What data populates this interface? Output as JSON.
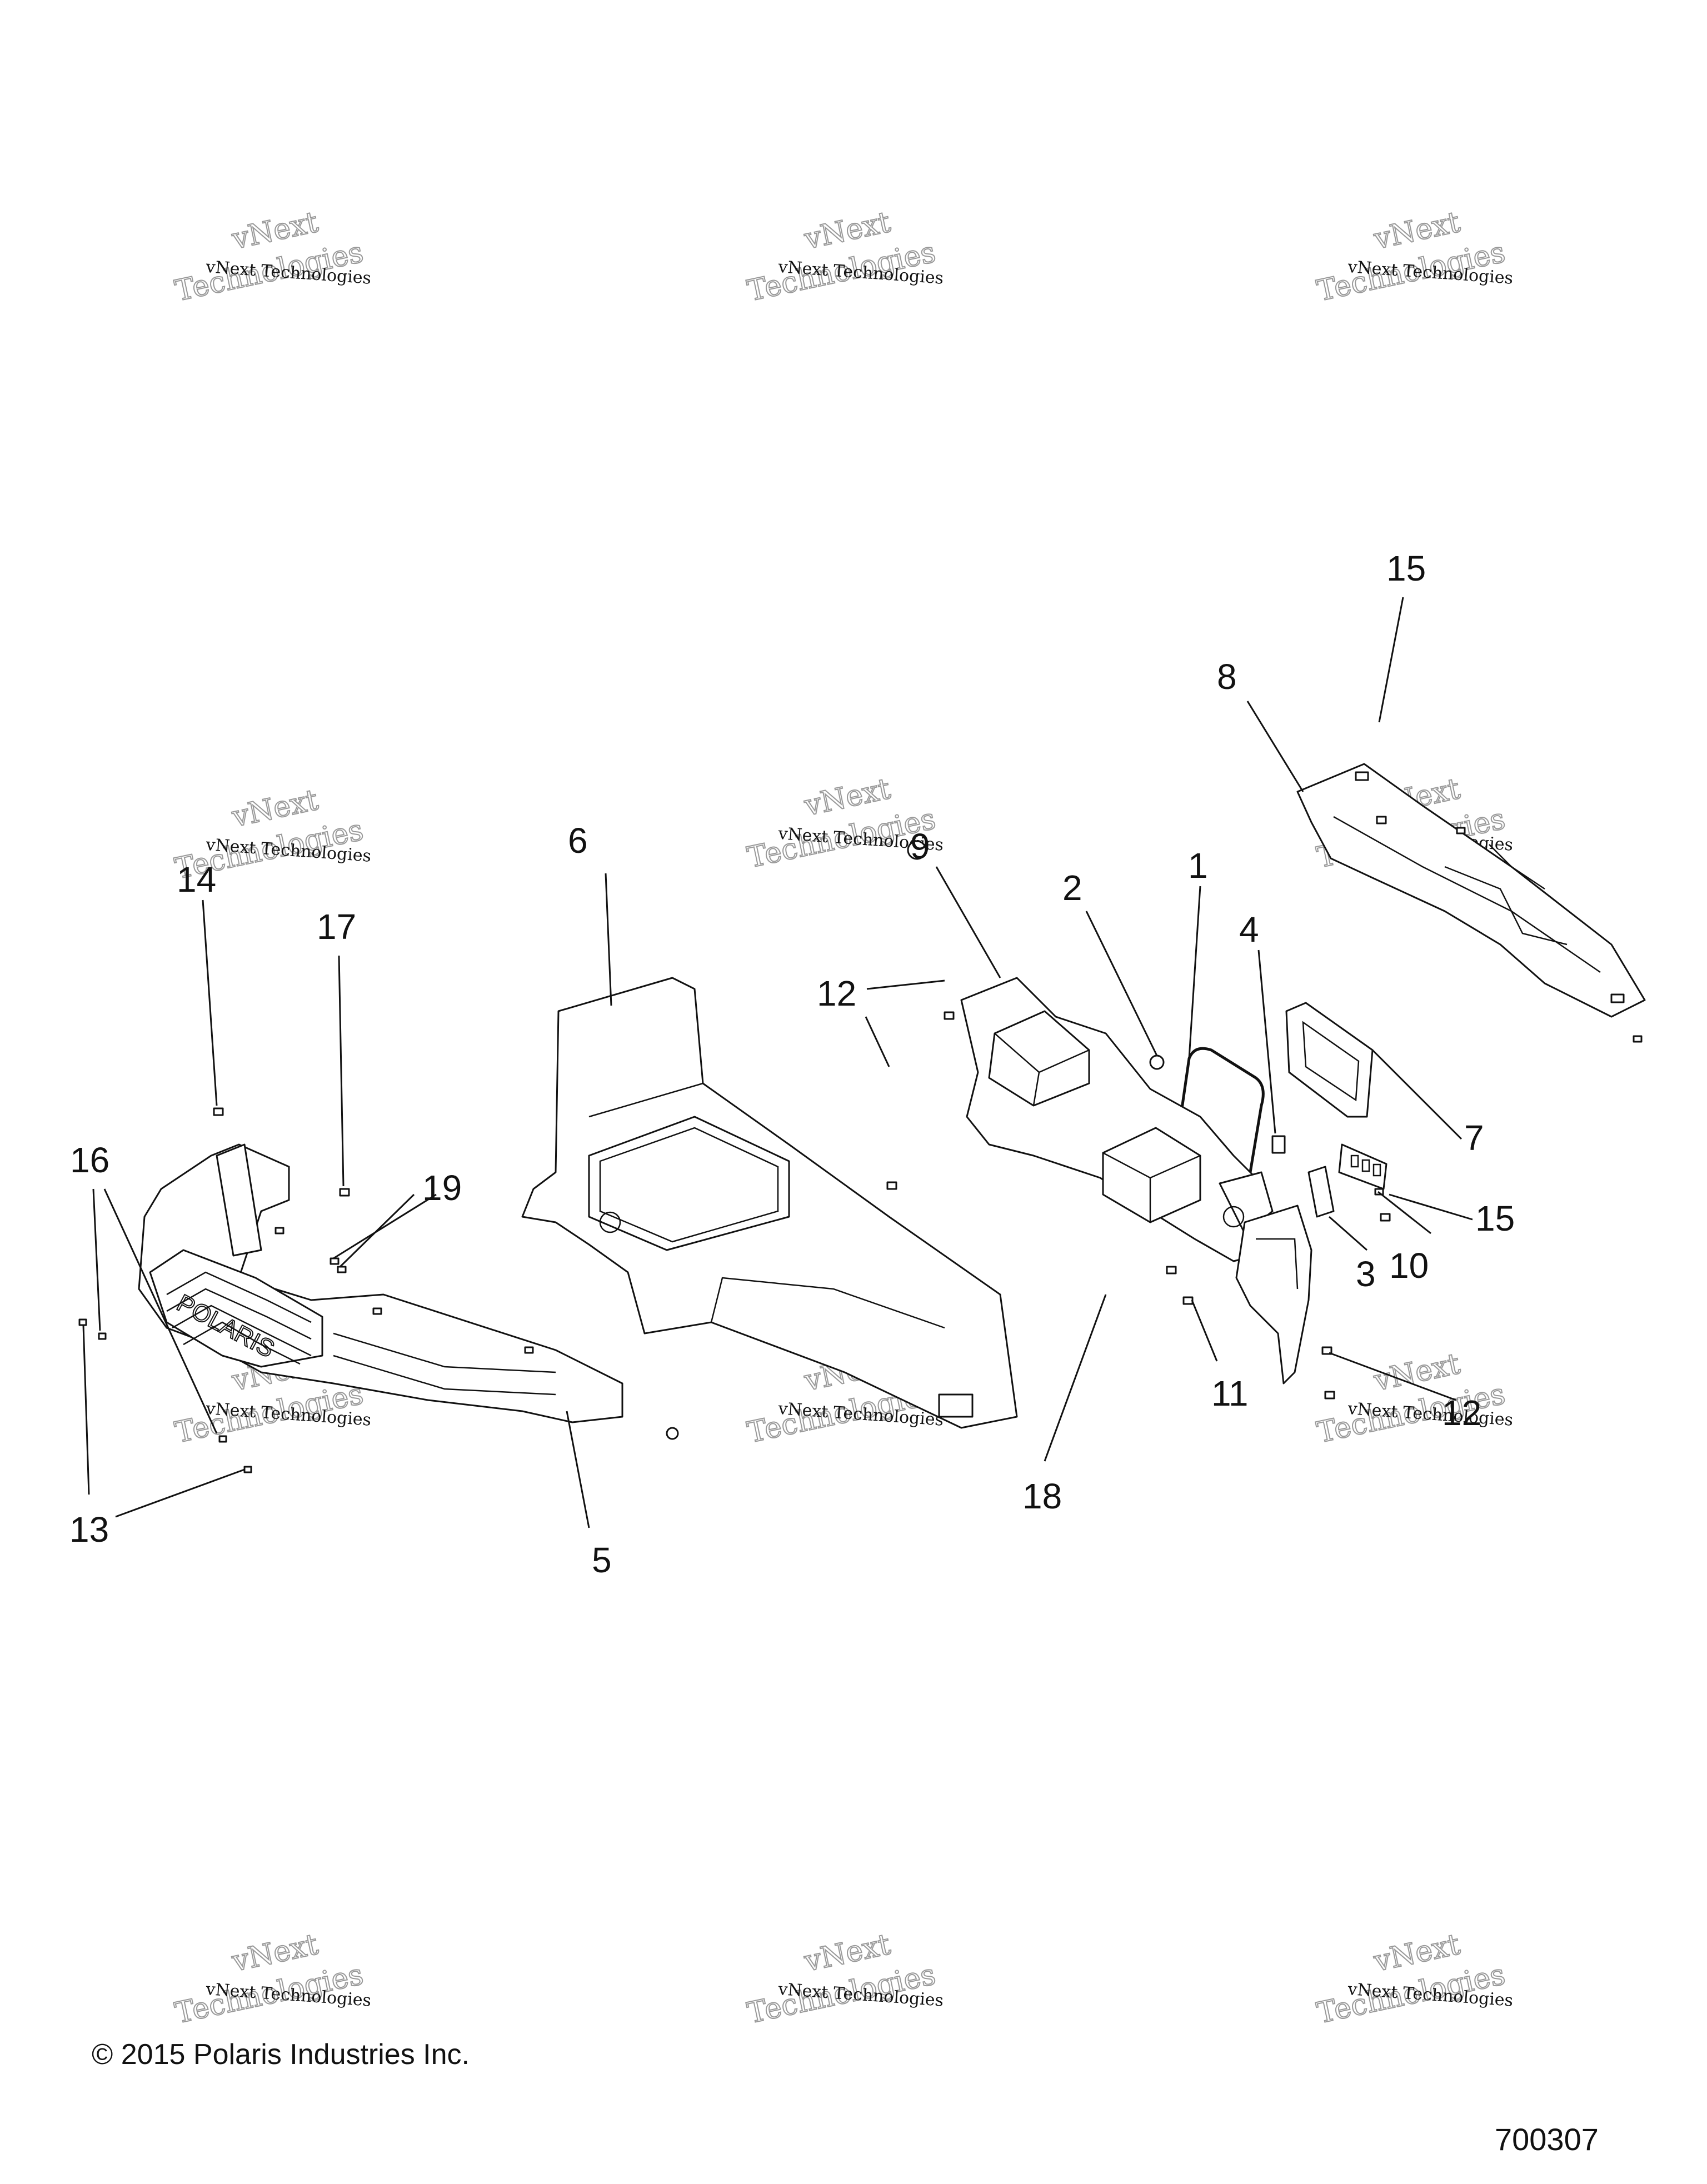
{
  "callouts": [
    {
      "id": "c15a",
      "text": "15"
    },
    {
      "id": "c8",
      "text": "8"
    },
    {
      "id": "c6",
      "text": "6"
    },
    {
      "id": "c9",
      "text": "9"
    },
    {
      "id": "c2",
      "text": "2"
    },
    {
      "id": "c1",
      "text": "1"
    },
    {
      "id": "c4",
      "text": "4"
    },
    {
      "id": "c12a",
      "text": "12"
    },
    {
      "id": "c14",
      "text": "14"
    },
    {
      "id": "c17",
      "text": "17"
    },
    {
      "id": "c16",
      "text": "16"
    },
    {
      "id": "c19",
      "text": "19"
    },
    {
      "id": "c7",
      "text": "7"
    },
    {
      "id": "c15b",
      "text": "15"
    },
    {
      "id": "c10",
      "text": "10"
    },
    {
      "id": "c3",
      "text": "3"
    },
    {
      "id": "c11",
      "text": "11"
    },
    {
      "id": "c12b",
      "text": "12"
    },
    {
      "id": "c18",
      "text": "18"
    },
    {
      "id": "c13",
      "text": "13"
    },
    {
      "id": "c5",
      "text": "5"
    }
  ],
  "watermark": {
    "line1": "vNext Technologies",
    "line2": "Technologies",
    "line3": "vNext"
  },
  "brand_text": "POLARIS",
  "footer": {
    "copyright": "© 2015 Polaris Industries Inc.",
    "diagram_number": "700307"
  }
}
